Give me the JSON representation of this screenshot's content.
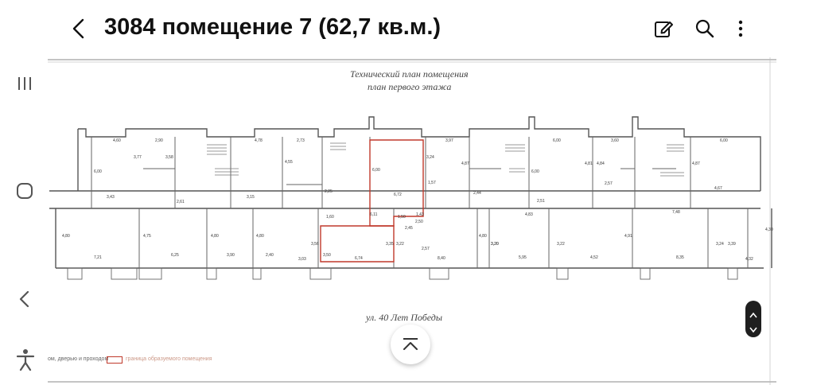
{
  "header": {
    "title": "3084 помещение 7 (62,7 кв.м.)",
    "back_icon": "chevron-left-icon",
    "edit_icon": "edit-icon",
    "search_icon": "search-icon",
    "more_icon": "more-vertical-icon"
  },
  "system_nav": {
    "recents_icon": "recents-icon",
    "home_icon": "home-icon",
    "back_icon": "back-icon",
    "accessibility_icon": "accessibility-icon"
  },
  "plan": {
    "title": "Технический план помещения",
    "subtitle": "план первого этажа",
    "street": "ул. 40 Лет Победы",
    "legend_left": "ом, дверью и проходом",
    "legend_right": "граница образуемого помещения",
    "highlight_color": "#c0392b"
  },
  "measurements": [
    "4,60",
    "2,90",
    "4,78",
    "2,73",
    "3,97",
    "6,00",
    "3,60",
    "6,00",
    "6,00",
    "3,77",
    "3,58",
    "4,55",
    "6,00",
    "3,24",
    "4,87",
    "6,00",
    "4,81",
    "4,84",
    "4,87",
    "3,43",
    "2,61",
    "3,15",
    "2,25",
    "6,72",
    "1,57",
    "2,44",
    "2,51",
    "2,57",
    "4,67",
    "4,80",
    "4,75",
    "4,80",
    "4,80",
    "4,80",
    "3,20",
    "4,83",
    "4,91",
    "4,30",
    "7,21",
    "6,25",
    "3,90",
    "2,40",
    "3,03",
    "6,74",
    "2,57",
    "8,40",
    "5,95",
    "4,52",
    "8,35",
    "4,32",
    "3,56",
    "3,50",
    "3,35",
    "3,22",
    "3,20",
    "3,22",
    "3,24",
    "3,39",
    "1,60",
    "6,11",
    "1,50",
    "1,43",
    "2,50",
    "2,45",
    "7,48"
  ]
}
